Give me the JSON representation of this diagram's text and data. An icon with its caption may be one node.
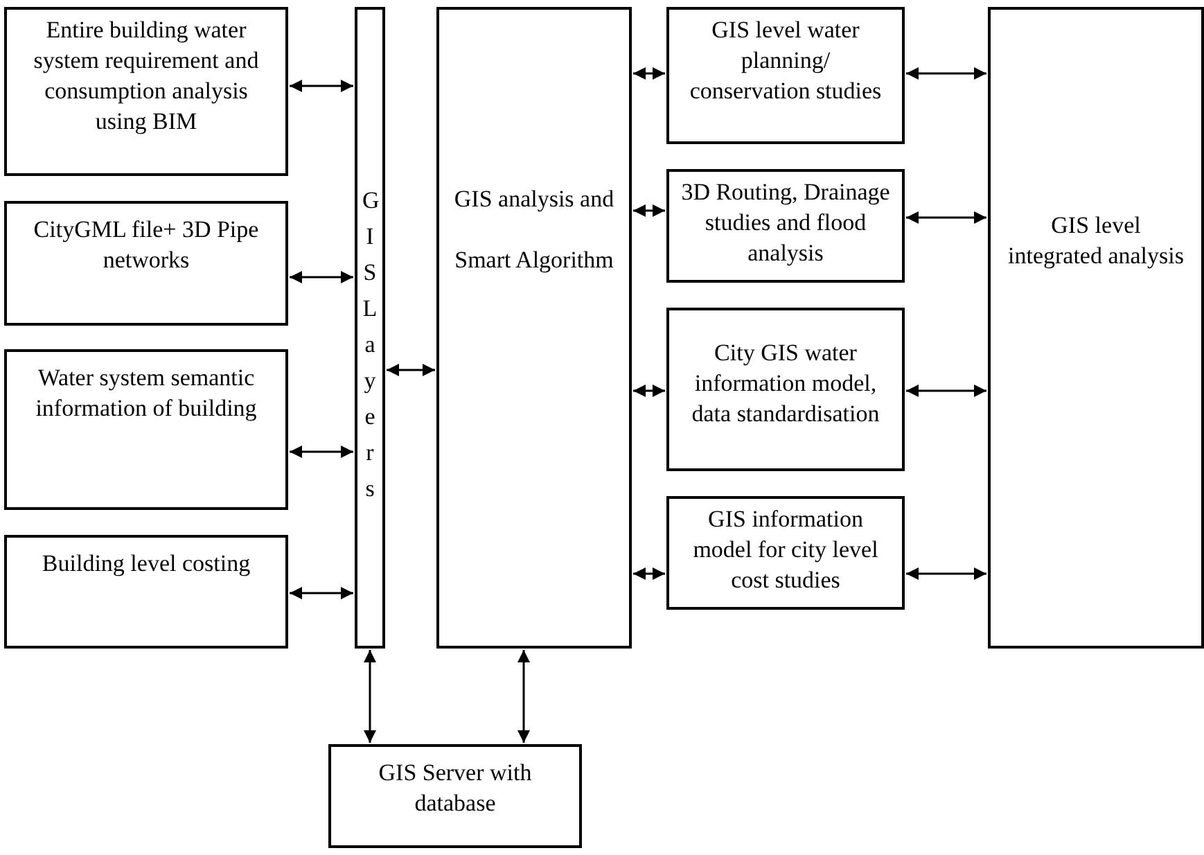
{
  "diagram": {
    "nodes": [
      {
        "text": [
          "Entire building water system requirement and consumption analysis using BIM"
        ]
      },
      {
        "text": [
          "CityGML file+ 3D Pipe networks"
        ]
      },
      {
        "text": [
          "Water system semantic information of building"
        ]
      },
      {
        "text": [
          "Building level costing"
        ]
      },
      {
        "text": [
          "GIS Layers"
        ]
      },
      {
        "text": [
          "GIS analysis and Smart Algorithm"
        ]
      },
      {
        "text": [
          "GIS level water planning/ conservation studies"
        ]
      },
      {
        "text": [
          "3D Routing, Drainage studies and flood analysis"
        ]
      },
      {
        "text": [
          "City GIS water information model, data standardisation"
        ]
      },
      {
        "text": [
          "GIS information model for city level cost studies"
        ]
      },
      {
        "text": [
          "GIS level integrated analysis"
        ]
      },
      {
        "text": [
          "GIS Server with database"
        ]
      }
    ],
    "edges": [
      {
        "from": 0,
        "to": 4,
        "arrow": "both"
      },
      {
        "from": 1,
        "to": 4,
        "arrow": "both"
      },
      {
        "from": 2,
        "to": 4,
        "arrow": "both"
      },
      {
        "from": 3,
        "to": 4,
        "arrow": "both"
      },
      {
        "from": 4,
        "to": 5,
        "arrow": "both"
      },
      {
        "from": 5,
        "to": 6,
        "arrow": "both"
      },
      {
        "from": 5,
        "to": 7,
        "arrow": "both"
      },
      {
        "from": 5,
        "to": 8,
        "arrow": "both"
      },
      {
        "from": 5,
        "to": 9,
        "arrow": "both"
      },
      {
        "from": 6,
        "to": 10,
        "arrow": "both"
      },
      {
        "from": 7,
        "to": 10,
        "arrow": "both"
      },
      {
        "from": 8,
        "to": 10,
        "arrow": "both"
      },
      {
        "from": 9,
        "to": 10,
        "arrow": "both"
      },
      {
        "from": 4,
        "to": 11,
        "arrow": "both"
      },
      {
        "from": 5,
        "to": 11,
        "arrow": "both"
      }
    ]
  }
}
